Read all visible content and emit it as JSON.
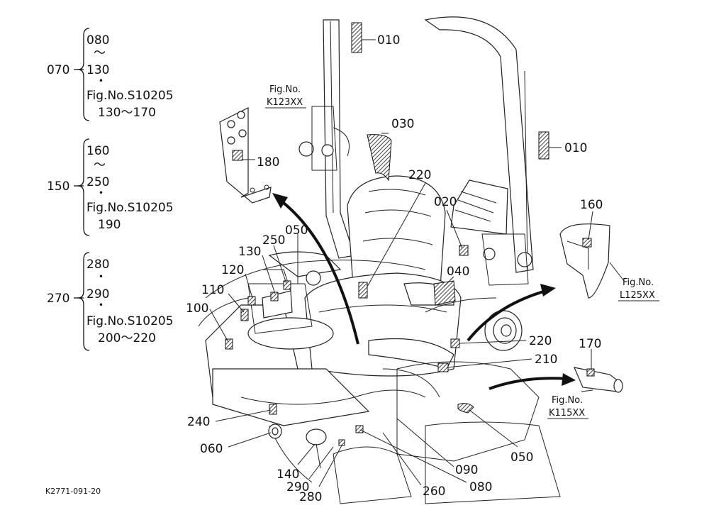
{
  "groups": [
    {
      "id": "070",
      "lines": [
        "080",
        "～",
        "130",
        "・",
        "Fig.No.S10205",
        "130～170"
      ]
    },
    {
      "id": "150",
      "lines": [
        "160",
        "～",
        "250",
        "・",
        "Fig.No.S10205",
        "190"
      ]
    },
    {
      "id": "270",
      "lines": [
        "280",
        "・",
        "290",
        "・",
        "Fig.No.S10205",
        "200～220"
      ]
    }
  ],
  "callouts": {
    "c010a": "010",
    "c010b": "010",
    "c030": "030",
    "c220a": "220",
    "c020": "020",
    "c160": "160",
    "c180": "180",
    "c250": "250",
    "c050a": "050",
    "c130": "130",
    "c120": "120",
    "c110": "110",
    "c100": "100",
    "c040": "040",
    "c220b": "220",
    "c210": "210",
    "c170": "170",
    "c240": "240",
    "c060": "060",
    "c050b": "050",
    "c090": "090",
    "c140": "140",
    "c290": "290",
    "c280": "280",
    "c260": "260",
    "c080": "080"
  },
  "fig_refs": {
    "k123": {
      "line1": "Fig.No.",
      "line2": "K123XX"
    },
    "l125": {
      "line1": "Fig.No.",
      "line2": "L125XX"
    },
    "k115": {
      "line1": "Fig.No.",
      "line2": "K115XX"
    }
  },
  "drawing_code": "K2771-091-20"
}
